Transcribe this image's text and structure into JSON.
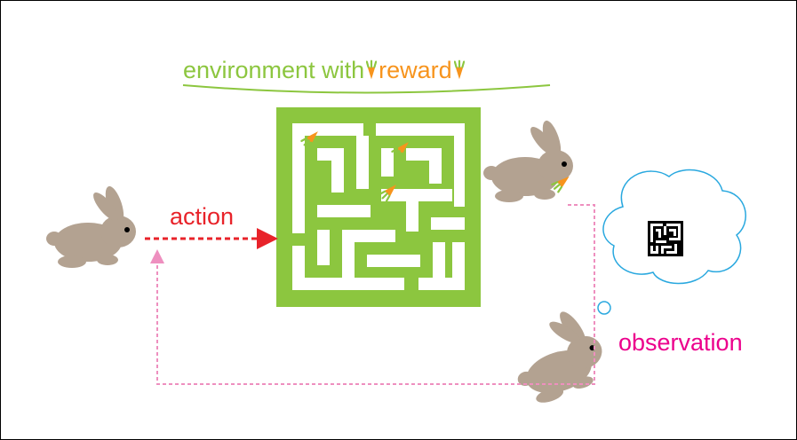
{
  "title": {
    "environment_text": "environment with",
    "reward_text": "reward"
  },
  "labels": {
    "action": "action",
    "observation": "observation"
  },
  "colors": {
    "environment": "#8cc63f",
    "reward": "#f7941d",
    "action": "#e8232a",
    "observation": "#ec008c",
    "maze_wall": "#8cc63f",
    "rabbit": "#b3a291",
    "thought_bubble": "#29a8df"
  },
  "icons": [
    "rabbit-icon",
    "carrot-icon",
    "maze-icon",
    "thought-bubble-icon"
  ]
}
